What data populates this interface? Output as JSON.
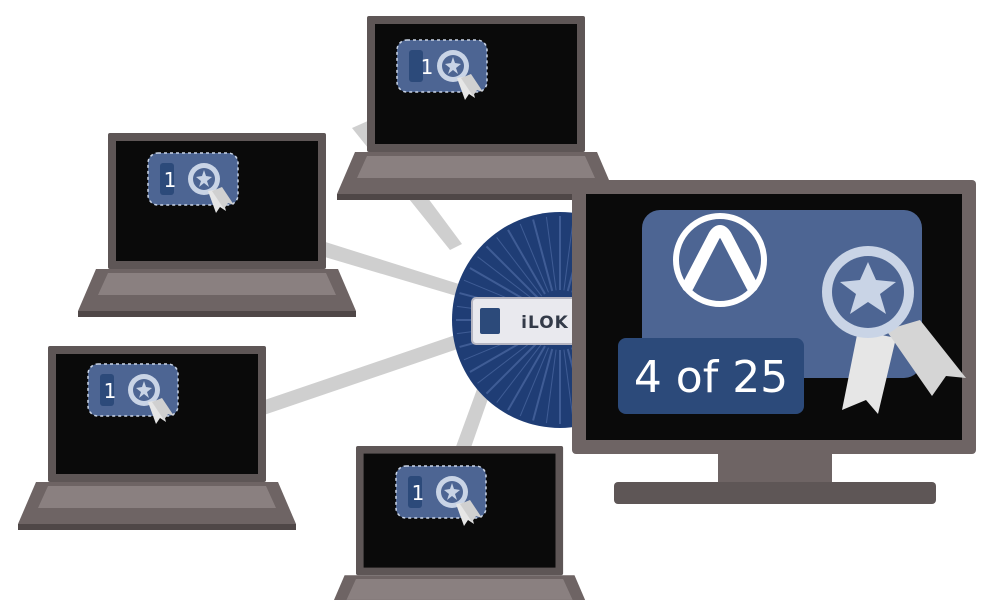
{
  "diagram": {
    "type": "license-distribution",
    "laptops": [
      {
        "id": "top",
        "license_count": "1"
      },
      {
        "id": "upper-left",
        "license_count": "1"
      },
      {
        "id": "lower-left",
        "license_count": "1"
      },
      {
        "id": "bottom",
        "license_count": "1"
      }
    ],
    "ilok": {
      "label": "iLOK"
    },
    "monitor": {
      "license_text": "4 of 25"
    },
    "colors": {
      "device_frame": "#6e6464",
      "device_frame_dark": "#4f4747",
      "screen": "#0a0a0a",
      "badge_fill": "#4d6593",
      "badge_dark": "#2c4a7a",
      "badge_light": "#c9d4e6",
      "burst": "#1f3d75",
      "connector": "#cfcfcf",
      "ilok_body": "#e9e9ee"
    },
    "icons": [
      "avid-pro-tools-icon",
      "award-ribbon-icon",
      "ilok-key-icon"
    ]
  }
}
